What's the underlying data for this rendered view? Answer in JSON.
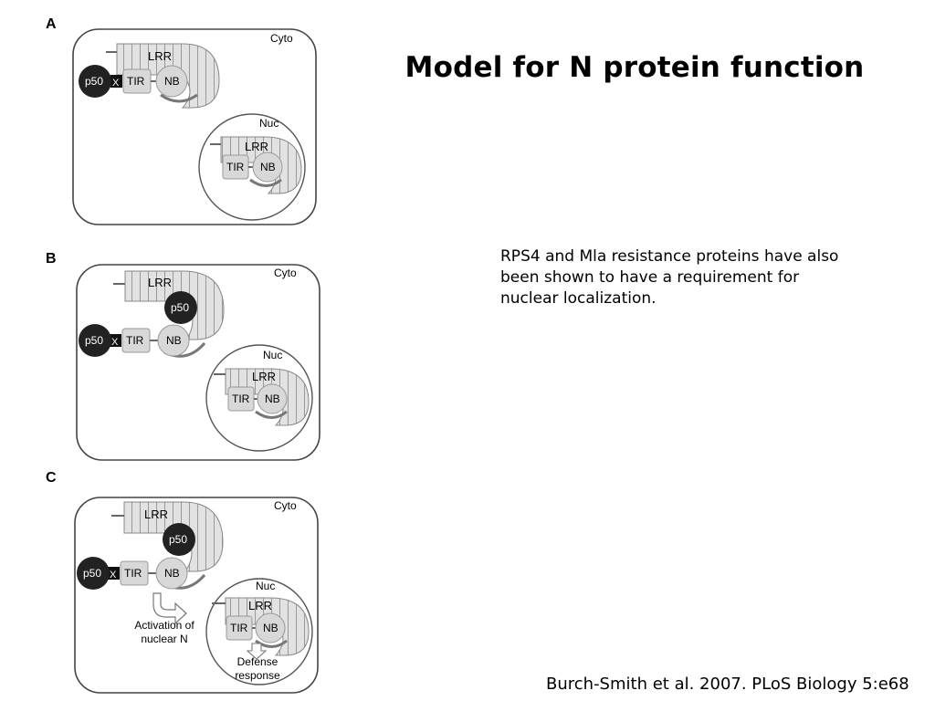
{
  "slide": {
    "title": "Model for N protein function",
    "body": "RPS4 and Mla resistance proteins have also been shown to have a requirement for nuclear localization.",
    "citation": "Burch-Smith et al. 2007. PLoS Biology 5:e68"
  },
  "figure": {
    "panels": [
      {
        "letter": "A",
        "cyto": "Cyto",
        "nuc": "Nuc",
        "lrr": "LRR",
        "tir": "TIR",
        "nb": "NB",
        "p50": "p50",
        "x": "X"
      },
      {
        "letter": "B",
        "cyto": "Cyto",
        "nuc": "Nuc",
        "lrr": "LRR",
        "tir": "TIR",
        "nb": "NB",
        "p50": "p50",
        "x": "X"
      },
      {
        "letter": "C",
        "cyto": "Cyto",
        "nuc": "Nuc",
        "lrr": "LRR",
        "tir": "TIR",
        "nb": "NB",
        "p50": "p50",
        "x": "X",
        "activation_line1": "Activation of",
        "activation_line2": "nuclear N",
        "defense_line1": "Defense",
        "defense_line2": "response"
      }
    ]
  }
}
